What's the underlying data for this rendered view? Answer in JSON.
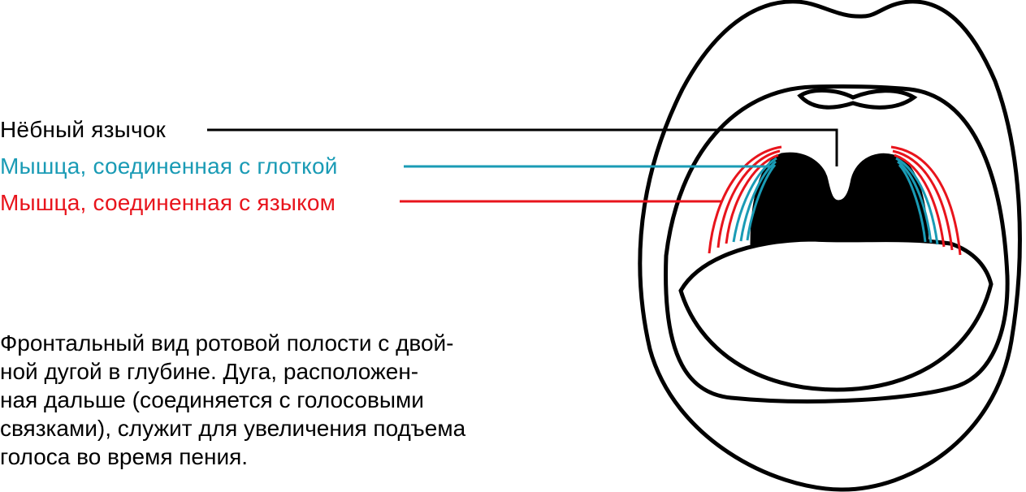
{
  "labels": {
    "uvula": {
      "text": "Нёбный язычок",
      "color": "#000000"
    },
    "pharynx_muscle": {
      "text": "Мышца, соединенная с глоткой",
      "color": "#1a9bb5"
    },
    "tongue_muscle": {
      "text": "Мышца, соединенная с языком",
      "color": "#e8141c"
    }
  },
  "caption": {
    "lines": [
      "Фронтальный вид ротовой полости с двой-",
      "ной дугой в глубине. Дуга, расположен-",
      "ная дальше (соединяется с голосовыми",
      "связками), служит для увеличения подъема",
      "голоса во время пения."
    ]
  },
  "colors": {
    "outline": "#000000",
    "pharynx": "#1a9bb5",
    "tongue": "#e8141c"
  }
}
